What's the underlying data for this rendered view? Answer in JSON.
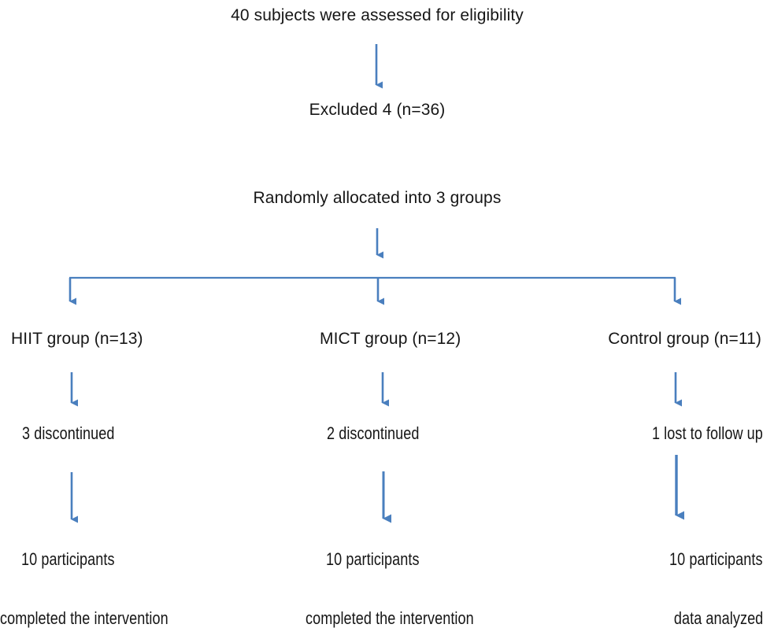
{
  "figure": {
    "type": "flowchart",
    "style": "CONSORT participant flow diagram",
    "arrow_color": "#4a7fbe",
    "text_color": "#161616",
    "background": "#ffffff"
  },
  "nodes": {
    "assessed": "40 subjects were assessed for eligibility",
    "excluded": "Excluded 4 (n=36)",
    "allocated": "Randomly allocated into 3 groups",
    "group_hiit": "HIIT group (n=13)",
    "group_mict": "MICT group (n=12)",
    "group_control": "Control group (n=11)",
    "lost_hiit": "3 discontinued",
    "lost_mict": "2 discontinued",
    "lost_control": "1 lost to follow up",
    "final_hiit_count": "10 participants",
    "final_mict_count": "10 participants",
    "final_control_count": "10 participants",
    "final_hiit_note": "completed the intervention",
    "final_mict_note": "completed the intervention",
    "final_control_note": "data analyzed"
  },
  "flow_data": {
    "assessed_for_eligibility": 40,
    "excluded": 4,
    "randomized": 36,
    "groups": [
      {
        "name": "HIIT",
        "allocated": 13,
        "lost": 3,
        "lost_reason": "discontinued",
        "analyzed": 10
      },
      {
        "name": "MICT",
        "allocated": 12,
        "lost": 2,
        "lost_reason": "discontinued",
        "analyzed": 10
      },
      {
        "name": "Control",
        "allocated": 11,
        "lost": 1,
        "lost_reason": "lost to follow up",
        "analyzed": 10
      }
    ]
  }
}
